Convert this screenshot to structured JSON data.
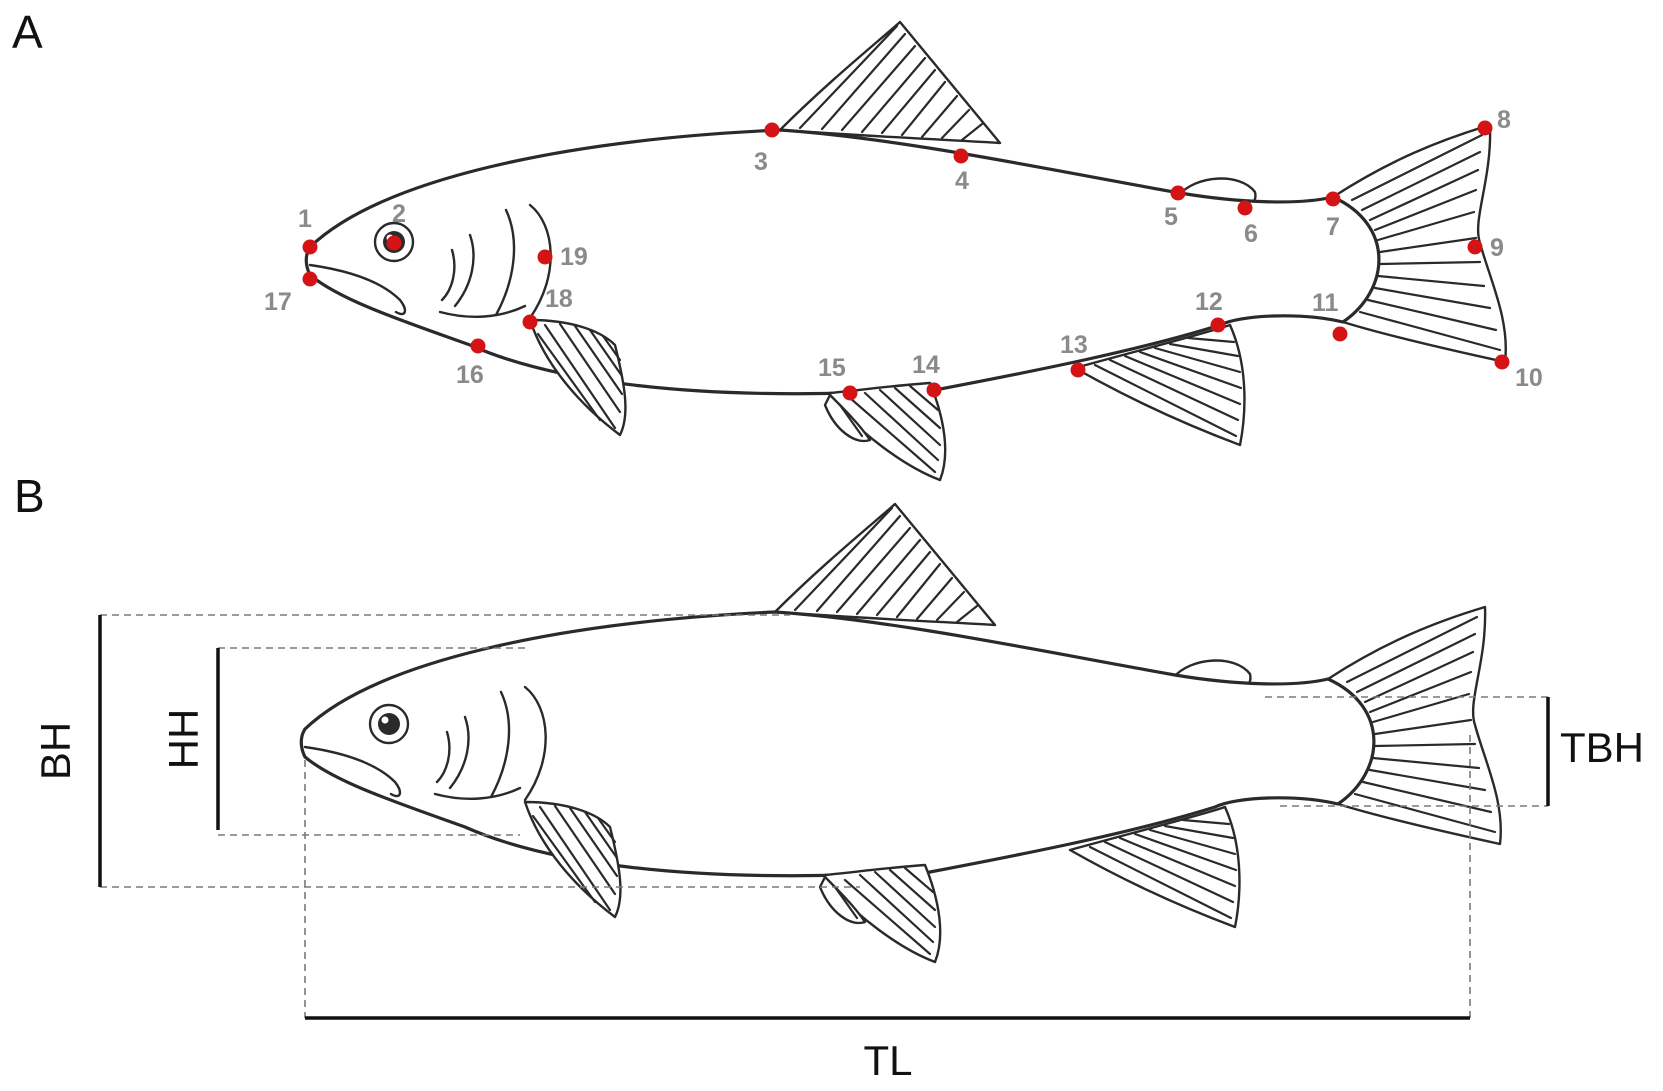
{
  "panels": [
    {
      "letter": "A"
    },
    {
      "letter": "B"
    }
  ],
  "landmarks": [
    "1",
    "2",
    "3",
    "4",
    "5",
    "6",
    "7",
    "8",
    "9",
    "10",
    "11",
    "12",
    "13",
    "14",
    "15",
    "16",
    "17",
    "18",
    "19"
  ],
  "measurements": {
    "body_height": "BH",
    "head_height": "HH",
    "tail_base_height": "TBH",
    "total_length": "TL"
  },
  "colors": {
    "landmark_dot": "#d41414",
    "landmark_label": "#8a8a8a",
    "outline": "#2a2a2a",
    "guide_line": "#7a7a7a"
  }
}
